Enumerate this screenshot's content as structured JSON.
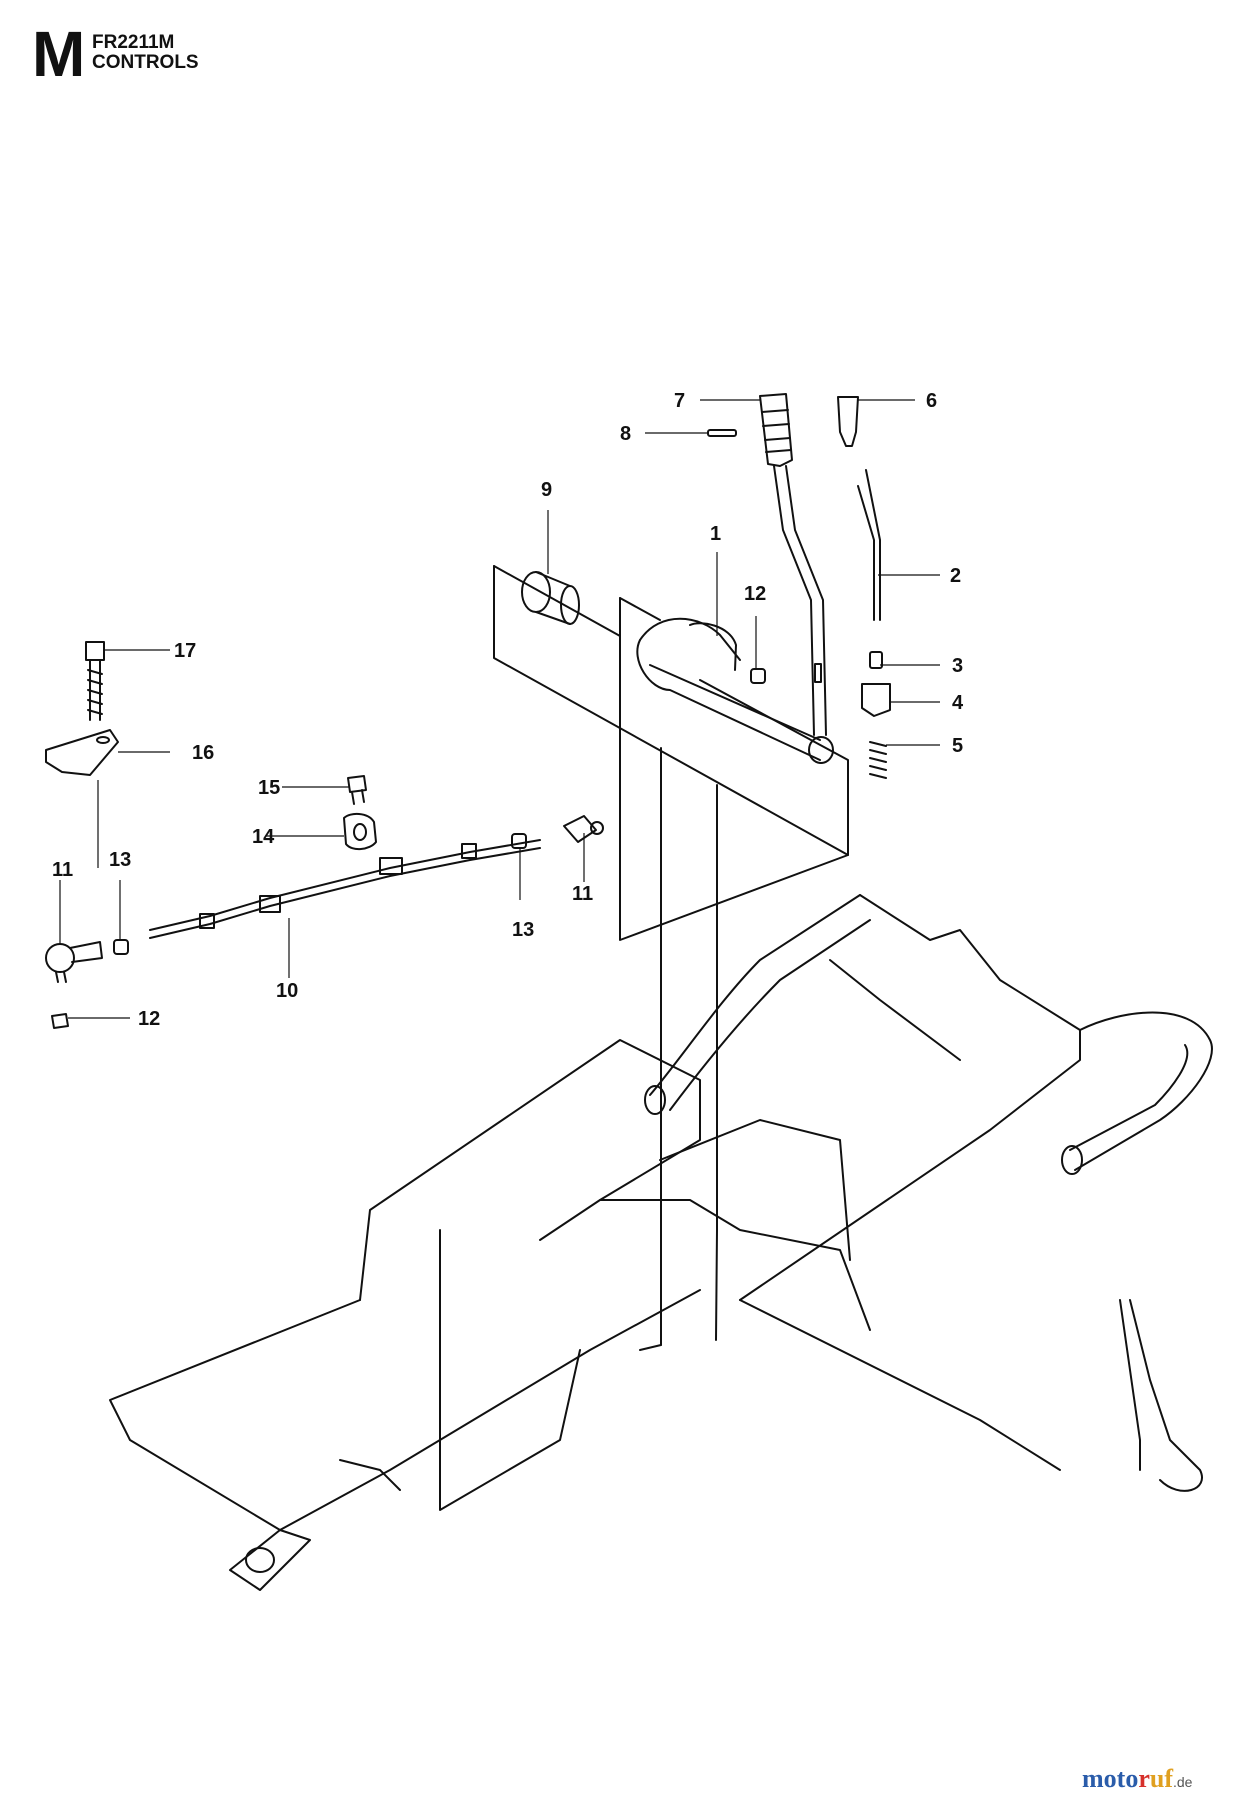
{
  "header": {
    "section_letter": "M",
    "model": "FR2211M",
    "title": "CONTROLS"
  },
  "callouts": {
    "c1": "1",
    "c2": "2",
    "c3": "3",
    "c4": "4",
    "c5": "5",
    "c6": "6",
    "c7": "7",
    "c8": "8",
    "c9": "9",
    "c10": "10",
    "c11a": "11",
    "c11b": "11",
    "c12a": "12",
    "c12b": "12",
    "c13a": "13",
    "c13b": "13",
    "c14": "14",
    "c15": "15",
    "c16": "16",
    "c17": "17"
  },
  "watermark": {
    "brand_main": "moto",
    "brand_r": "r",
    "brand_rest": "uf",
    "brand_tld": ".de"
  }
}
